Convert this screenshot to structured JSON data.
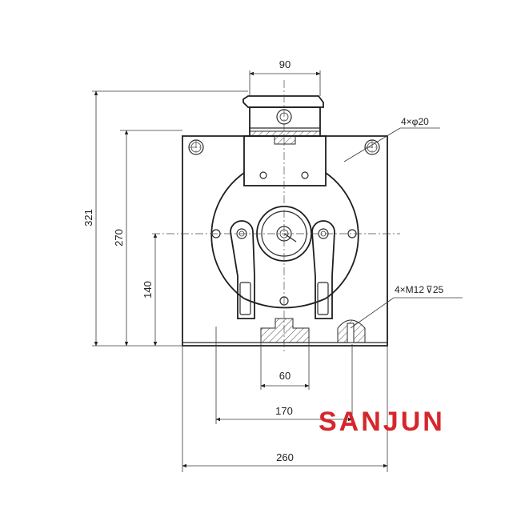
{
  "dimensions": {
    "top_width": "90",
    "overall_height": "321",
    "plate_height": "270",
    "center_height": "140",
    "slot_width": "60",
    "hole_spacing": "170",
    "plate_width": "260"
  },
  "notes": {
    "holes": "4×φ20",
    "threads": "4×M12",
    "thread_depth": "25"
  },
  "brand": {
    "name": "SANJUN",
    "color": "#d6262c"
  }
}
